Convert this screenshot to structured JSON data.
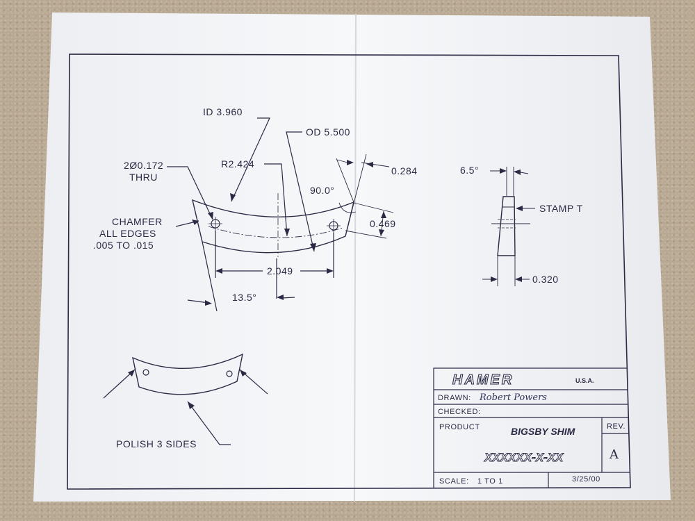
{
  "dimensions": {
    "id": "ID 3.960",
    "od": "OD 5.500",
    "hole_line1": "2Ø0.172",
    "hole_line2": "THRU",
    "radius": "R2.424",
    "chamfer_line1": "CHAMFER",
    "chamfer_line2": "ALL EDGES",
    "chamfer_line3": ".005 TO .015",
    "angle_90": "90.0°",
    "width_0284": "0.284",
    "height_0469": "0.469",
    "span_2049": "2.049",
    "angle_135": "13.5°",
    "side_angle": "6.5°",
    "stamp": "STAMP T",
    "thickness_0320": "0.320",
    "polish": "POLISH 3 SIDES"
  },
  "title_block": {
    "brand": "HAMER",
    "brand_suffix": "U.S.A.",
    "drawn_label": "DRAWN:",
    "drawn_by": "Robert Powers",
    "checked_label": "CHECKED:",
    "product_label": "PRODUCT",
    "product_name": "BIGSBY SHIM",
    "rev_label": "REV.",
    "part_number": "XXXXXX-X-XX",
    "rev_value": "A",
    "scale_label": "SCALE:",
    "scale_value": "1 TO 1",
    "date": "3/25/00"
  },
  "colors": {
    "ink": "#2a2a44",
    "paper": "#f4f5f7",
    "carpet": "#b8a892"
  }
}
